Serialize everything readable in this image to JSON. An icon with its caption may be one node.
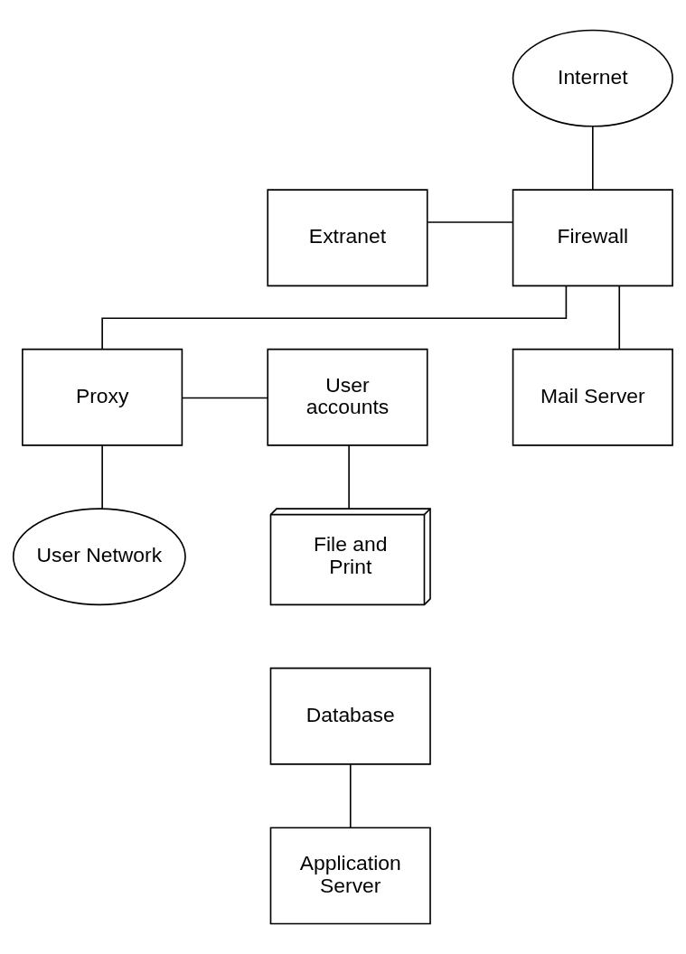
{
  "diagram": {
    "nodes": [
      {
        "text": [
          "Internet"
        ]
      },
      {
        "text": [
          "Extranet"
        ]
      },
      {
        "text": [
          "Firewall"
        ]
      },
      {
        "text": [
          "Mail Server"
        ]
      },
      {
        "text": [
          "Proxy"
        ]
      },
      {
        "text": [
          "User accounts"
        ]
      },
      {
        "text": [
          "File and Print"
        ]
      },
      {
        "text": [
          "User Network"
        ]
      },
      {
        "text": [
          "Database"
        ]
      },
      {
        "text": [
          "Application Server"
        ]
      }
    ],
    "edges": [
      {
        "from": 0,
        "to": 2,
        "arrow": "none"
      },
      {
        "from": 1,
        "to": 2,
        "arrow": "none"
      },
      {
        "from": 3,
        "to": 2,
        "arrow": "none"
      },
      {
        "from": 2,
        "to": 4,
        "arrow": "none"
      },
      {
        "from": 4,
        "to": 5,
        "arrow": "none"
      },
      {
        "from": 5,
        "to": 6,
        "arrow": "none"
      },
      {
        "from": 4,
        "to": 7,
        "arrow": "none"
      },
      {
        "from": 8,
        "to": 9,
        "arrow": "none"
      }
    ]
  }
}
